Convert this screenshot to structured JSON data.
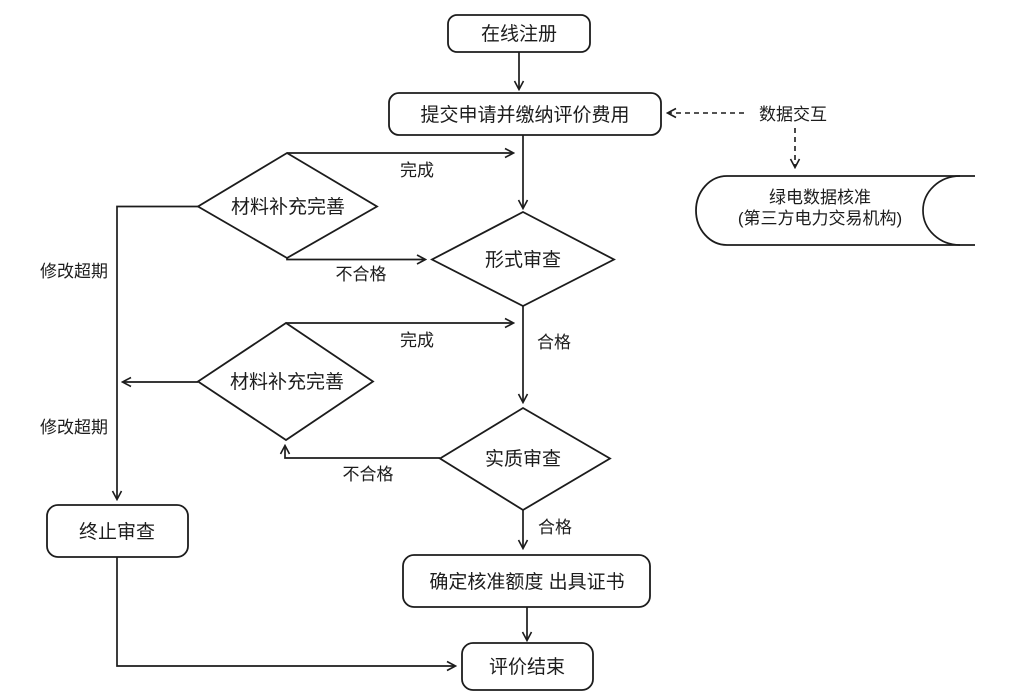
{
  "diagram": {
    "type": "flowchart",
    "background_color": "#ffffff",
    "stroke_color": "#1c1c1c",
    "nodes": {
      "online_register": {
        "label": "在线注册",
        "shape": "rounded-rect"
      },
      "submit_application": {
        "label": "提交申请并缴纳评价费用",
        "shape": "rounded-rect"
      },
      "material_supplement_1": {
        "label": "材料补充完善",
        "shape": "diamond"
      },
      "formal_review": {
        "label": "形式审查",
        "shape": "diamond"
      },
      "material_supplement_2": {
        "label": "材料补充完善",
        "shape": "diamond"
      },
      "substantive_review": {
        "label": "实质审查",
        "shape": "diamond"
      },
      "terminate_review": {
        "label": "终止审查",
        "shape": "rounded-rect"
      },
      "issue_certificate": {
        "label": "确定核准额度 出具证书",
        "shape": "rounded-rect"
      },
      "evaluation_end": {
        "label": "评价结束",
        "shape": "rounded-rect"
      },
      "green_data_check": {
        "label_line1": "绿电数据核准",
        "label_line2": "(第三方电力交易机构)",
        "shape": "horizontal-cylinder"
      }
    },
    "edge_labels": {
      "complete_1": "完成",
      "complete_2": "完成",
      "unqualified_1": "不合格",
      "unqualified_2": "不合格",
      "qualified_1": "合格",
      "qualified_2": "合格",
      "overdue_1": "修改超期",
      "overdue_2": "修改超期",
      "data_exchange": "数据交互"
    }
  }
}
